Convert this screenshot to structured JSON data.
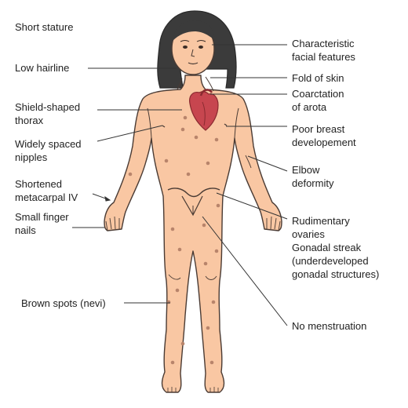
{
  "diagram": {
    "labels": {
      "short_stature": "Short stature",
      "low_hairline": "Low hairline",
      "shield_thorax": [
        "Shield-shaped",
        "thorax"
      ],
      "nipples": [
        "Widely spaced",
        "nipples"
      ],
      "metacarpal": [
        "Shortened",
        "metacarpal IV"
      ],
      "finger_nails": [
        "Small finger",
        "nails"
      ],
      "nevi": "Brown spots (nevi)",
      "facial": [
        "Characteristic",
        "facial features"
      ],
      "fold": "Fold of skin",
      "coarctation": [
        "Coarctation",
        "of arota"
      ],
      "breast": [
        "Poor breast",
        "developement"
      ],
      "elbow": [
        "Elbow",
        "deformity"
      ],
      "ovaries": [
        "Rudimentary",
        "ovaries",
        "Gonadal streak",
        "(underdeveloped",
        "gonadal structures)"
      ],
      "menstruation": "No menstruation"
    },
    "colors": {
      "skin": "#f9c7a3",
      "outline": "#4a3b34",
      "hair": "#3b3b3b",
      "heart": "#c7464f",
      "spots": "#b8846b",
      "leader": "#333333",
      "text": "#222222"
    }
  }
}
